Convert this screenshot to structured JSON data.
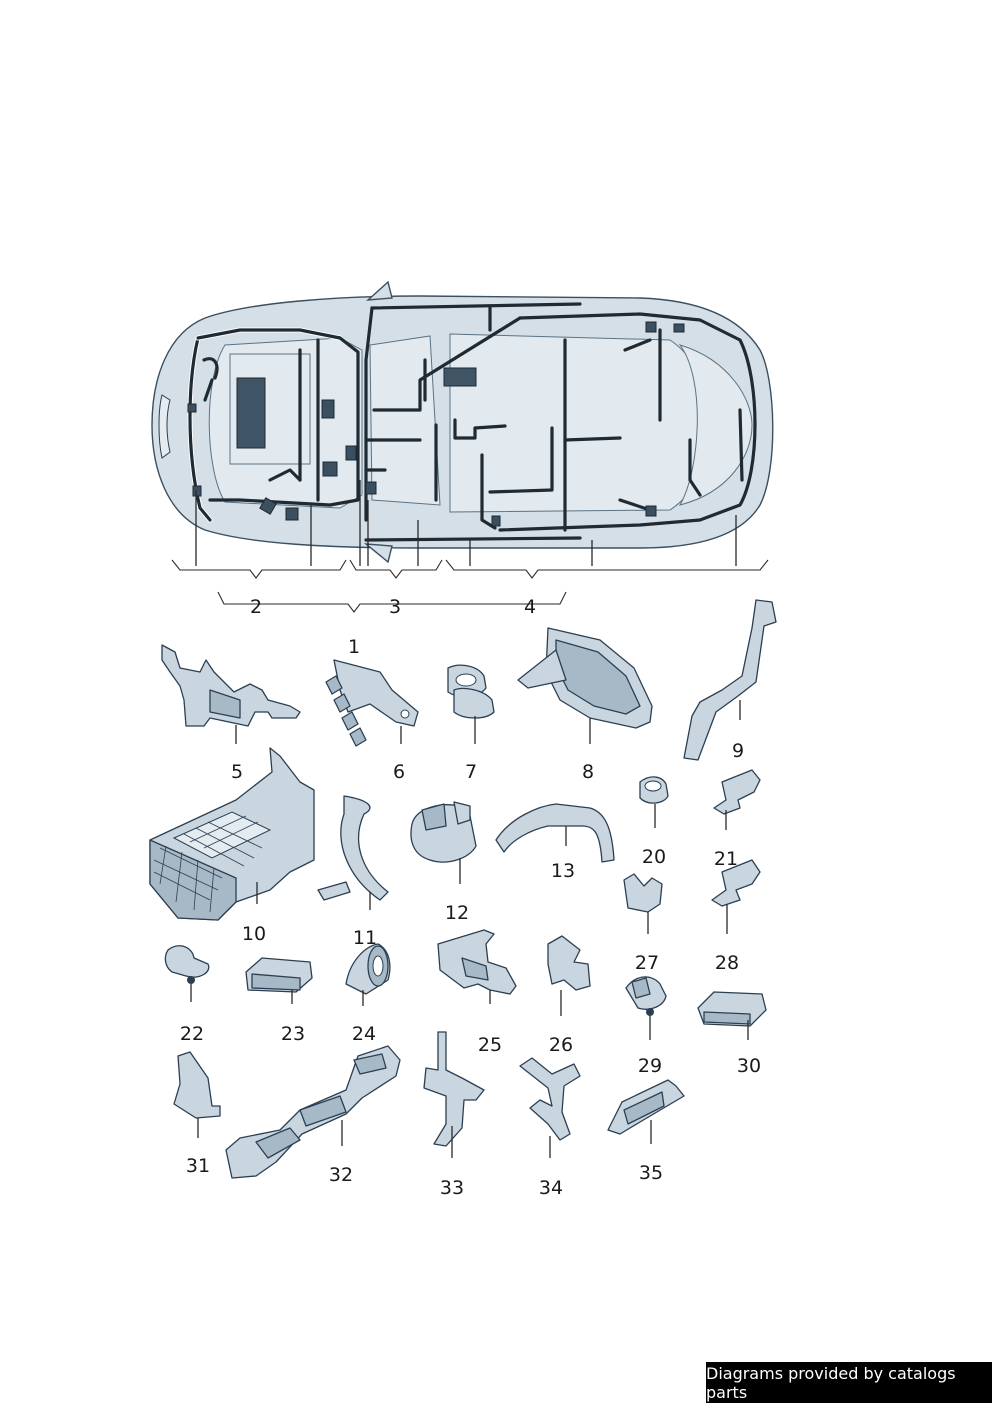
{
  "labels": {
    "p1": "1",
    "p2": "2",
    "p3": "3",
    "p4": "4",
    "p5": "5",
    "p6": "6",
    "p7": "7",
    "p8": "8",
    "p9": "9",
    "p10": "10",
    "p11": "11",
    "p12": "12",
    "p13": "13",
    "p20": "20",
    "p21": "21",
    "p22": "22",
    "p23": "23",
    "p24": "24",
    "p25": "25",
    "p26": "26",
    "p27": "27",
    "p28": "28",
    "p29": "29",
    "p30": "30",
    "p31": "31",
    "p32": "32",
    "p33": "33",
    "p34": "34",
    "p35": "35"
  },
  "footer": "Diagrams provided by catalogs parts"
}
